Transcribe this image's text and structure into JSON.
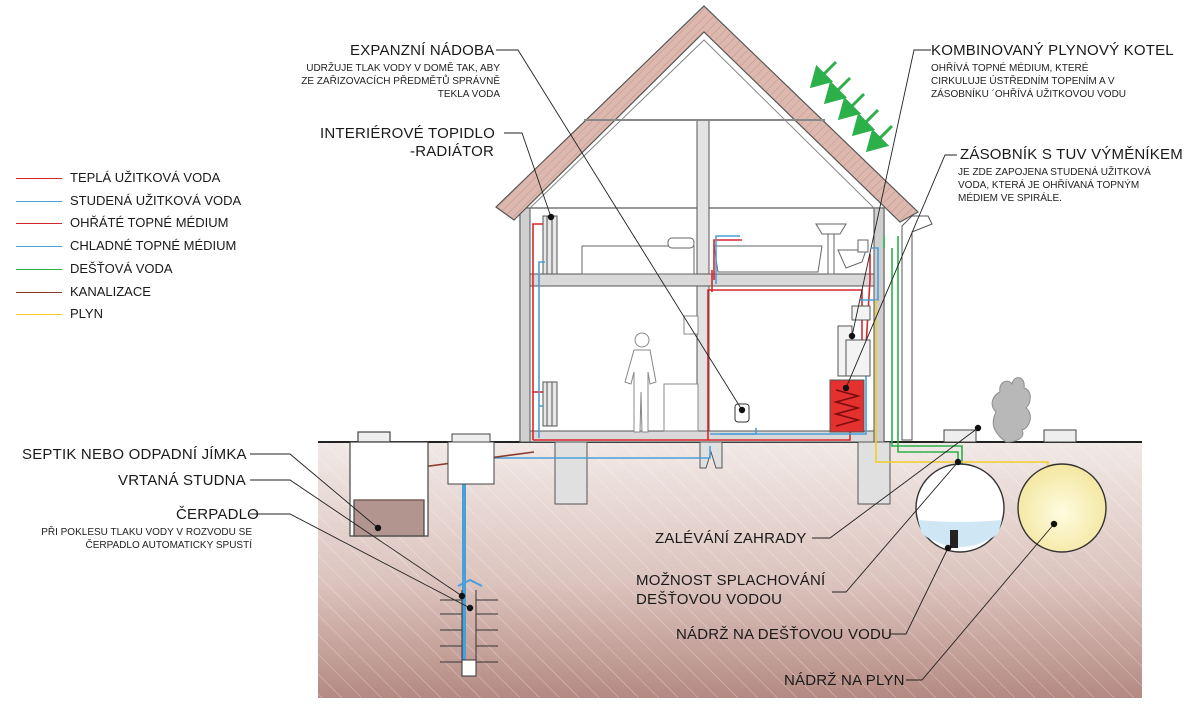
{
  "legend": [
    {
      "label": "TEPLÁ UŽITKOVÁ VODA",
      "color": "#d7262b"
    },
    {
      "label": "STUDENÁ UŽITKOVÁ VODA",
      "color": "#4a9fd8"
    },
    {
      "label": "OHŘÁTÉ TOPNÉ MÉDIUM",
      "color": "#d7262b"
    },
    {
      "label": "CHLADNÉ TOPNÉ MÉDIUM",
      "color": "#4a9fd8"
    },
    {
      "label": "DEŠŤOVÁ VODA",
      "color": "#2bb04a"
    },
    {
      "label": "KANALIZACE",
      "color": "#8a3a2e"
    },
    {
      "label": "PLYN",
      "color": "#f2cd2a"
    }
  ],
  "labels": {
    "expansion_title": "EXPANZNÍ NÁDOBA",
    "expansion_desc": "UDRŽUJE TLAK VODY V DOMĚ TAK, ABY ZE ZAŘIZOVACÍCH PŘEDMĚTŮ SPRÁVNĚ TEKLA VODA",
    "radiator_title_1": "INTERIÉROVÉ TOPIDLO",
    "radiator_title_2": "-RADIÁTOR",
    "boiler_title": "KOMBINOVANÝ PLYNOVÝ KOTEL",
    "boiler_desc": "OHŘÍVÁ TOPNÉ MÉDIUM, KTERÉ CIRKULUJE ÚSTŘEDNÍM TOPENÍM A V ZÁSOBNÍKU ´OHŘÍVÁ UŽITKOVOU VODU",
    "tank_title": "ZÁSOBNÍK S TUV VÝMĚNÍKEM",
    "tank_desc": "JE ZDE ZAPOJENA STUDENÁ UŽITKOVÁ VODA, KTERÁ JE OHŘÍVANÁ TOPNÝM MÉDIEM VE SPIRÁLE.",
    "septic": "SEPTIK NEBO ODPADNÍ JÍMKA",
    "well": "VRTANÁ STUDNA",
    "pump_title": "ČERPADLO",
    "pump_desc": "PŘI POKLESU TLAKU VODY V ROZVODU SE ČERPADLO AUTOMATICKY SPUSTÍ",
    "garden": "ZALÉVÁNÍ ZAHRADY",
    "flush_1": "MOŽNOST SPLACHOVÁNÍ",
    "flush_2": "DEŠŤOVOU VODOU",
    "rain_tank": "NÁDRŽ NA DEŠŤOVOU VODU",
    "gas_tank": "NÁDRŽ NA PLYN"
  },
  "colors": {
    "hot": "#d7262b",
    "cold": "#4a9fd8",
    "rain": "#2bb04a",
    "sewer": "#8a3a2e",
    "gas": "#f2cd2a",
    "soil_top": "#efe6e2",
    "soil_bottom": "#b98f87",
    "roof": "#d9b6ad"
  }
}
